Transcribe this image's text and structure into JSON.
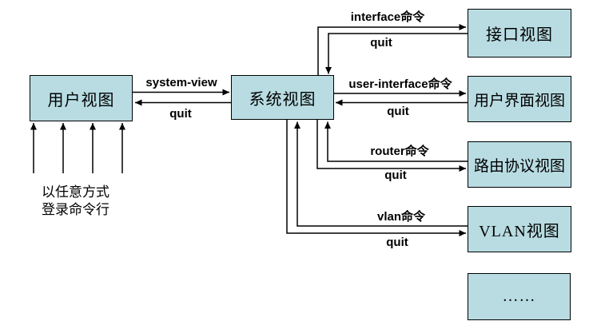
{
  "diagram": {
    "title_hint": "CLI command view hierarchy diagram",
    "colors": {
      "background": "#ffffff",
      "box_fill": "#b8dce2",
      "box_border": "#000000",
      "line": "#000000",
      "text": "#000000"
    },
    "nodes": {
      "user_view": {
        "label": "用户视图"
      },
      "system_view": {
        "label": "系统视图"
      },
      "interface_view": {
        "label": "接口视图"
      },
      "user_interface_view": {
        "label": "用户界面视图"
      },
      "router_view": {
        "label": "路由协议视图"
      },
      "vlan_view": {
        "label": "VLAN视图"
      },
      "more_views": {
        "label": "……"
      }
    },
    "edges": {
      "system_view_cmd": {
        "label": "system-view"
      },
      "system_view_quit": {
        "label": "quit"
      },
      "interface_cmd": {
        "label": "interface命令"
      },
      "interface_quit": {
        "label": "quit"
      },
      "user_interface_cmd": {
        "label": "user-interface命令"
      },
      "user_interface_quit": {
        "label": "quit"
      },
      "router_cmd": {
        "label": "router命令"
      },
      "router_quit": {
        "label": "quit"
      },
      "vlan_cmd": {
        "label": "vlan命令"
      },
      "vlan_quit": {
        "label": "quit"
      }
    },
    "annotation": {
      "line1": "以任意方式",
      "line2": "登录命令行"
    }
  }
}
